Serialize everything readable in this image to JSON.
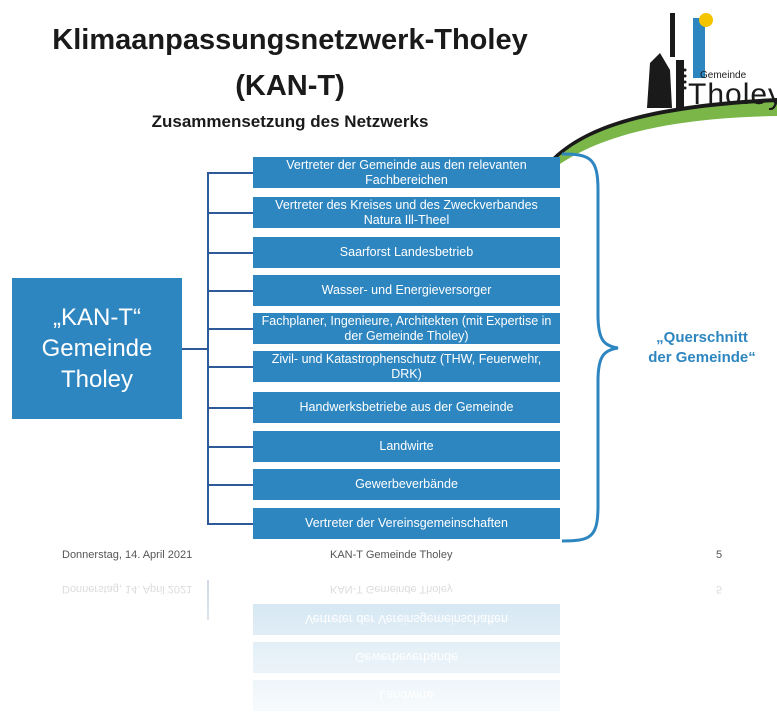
{
  "header": {
    "title_line1": "Klimaanpassungsnetzwerk-Tholey",
    "title_line2": "(KAN-T)",
    "subtitle": "Zusammensetzung des Netzwerks"
  },
  "logo": {
    "small_text": "Gemeinde",
    "big_text": "Tholey",
    "colors": {
      "blue": "#2e86c1",
      "green": "#7ab648",
      "black": "#1a1a1a",
      "yellow": "#f5c400"
    }
  },
  "left_box": {
    "line1": "„KAN-T“",
    "line2": "Gemeinde",
    "line3": "Tholey"
  },
  "members": [
    "Vertreter der Gemeinde aus den relevanten Fachbereichen",
    "Vertreter des Kreises und des Zweckverbandes Natura Ill-Theel",
    "Saarforst Landesbetrieb",
    "Wasser- und Energieversorger",
    "Fachplaner, Ingenieure, Architekten (mit Expertise in der Gemeinde Tholey)",
    "Zivil- und Katastrophenschutz (THW, Feuerwehr, DRK)",
    "Handwerksbetriebe aus der Gemeinde",
    "Landwirte",
    "Gewerbeverbände",
    "Vertreter der Vereinsgemeinschaften"
  ],
  "brace_label": {
    "line1": "„Querschnitt",
    "line2": "der Gemeinde“"
  },
  "footer": {
    "date": "Donnerstag, 14. April 2021",
    "center": "KAN-T Gemeinde Tholey",
    "page": "5"
  },
  "colors": {
    "box": "#2e86c1",
    "connector": "#2e5a9a",
    "accent_text": "#2e86c1"
  }
}
